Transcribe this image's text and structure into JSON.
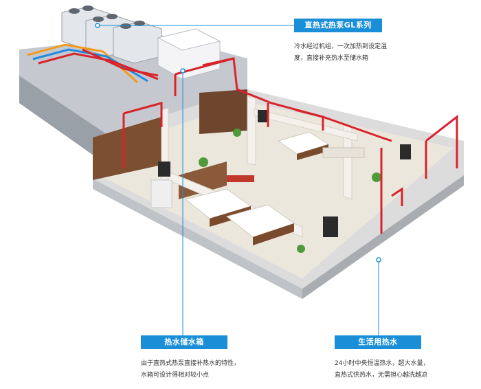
{
  "colors": {
    "callout_bg": "#1a8fd8",
    "hot_water_pipe": "#d9232a",
    "cold_water_pipe": "#1f8ae0",
    "return_pipe": "#f29a1f",
    "floor": "#ece7dd",
    "wall_wood": "#8b5a3a",
    "roof": "#c9ccd2"
  },
  "callouts": {
    "heat_pump": {
      "title": "直热式热泵GL系列",
      "lines": [
        "冷水经过机组，一次加热到设定温",
        "度，直接补充热水至储水箱"
      ]
    },
    "storage_tank": {
      "title": "热水储水箱",
      "lines": [
        "由于直热式热泵直接补热水的特性，",
        "水箱可设计得相对较小点"
      ]
    },
    "domestic_water": {
      "title": "生活用热水",
      "lines": [
        "24小时中央恒温热水，超大水量，",
        "直热式供热水，无需担心越洗越凉"
      ]
    }
  },
  "equipment": {
    "heat_pump_units": 3,
    "storage_tank_units": 1
  }
}
